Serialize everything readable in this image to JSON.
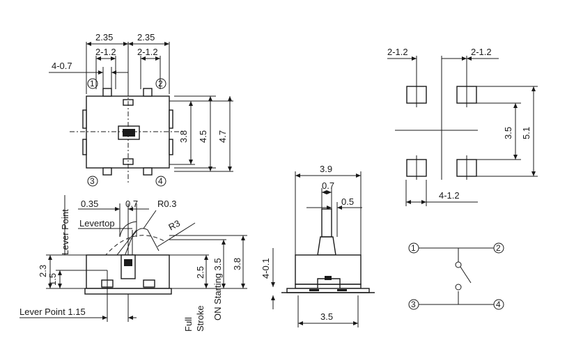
{
  "top_view": {
    "dims": {
      "pitch_left": "2.35",
      "pitch_right": "2.35",
      "pad_left": "2-1.2",
      "pad_right": "2-1.2",
      "lead_width": "4-0.7",
      "height_inner": "3.8",
      "height_mid": "4.5",
      "height_outer": "4.7"
    },
    "pins": [
      "1",
      "2",
      "3",
      "4"
    ]
  },
  "footprint": {
    "dims": {
      "pad_left": "2-1.2",
      "pad_right": "2-1.2",
      "inner": "3.5",
      "outer": "5.1",
      "pad_size": "4-1.2"
    }
  },
  "side_view": {
    "dims": {
      "d035": "0.35",
      "d07": "0.7",
      "radius_small": "R0.3",
      "radius_large": "R3",
      "d23": "2.3",
      "d15": "1.5",
      "d25": "2.5",
      "d38": "3.8",
      "lever_point_offset": "Lever Point 1.15"
    },
    "labels": {
      "lever_point": "Lever Point",
      "levertop": "Levertop",
      "on_starting": "ON Starting 3.5",
      "full": "Full",
      "stroke": "Stroke"
    }
  },
  "front_view": {
    "dims": {
      "width_top": "3.9",
      "lever_width": "0.7",
      "lever_offset": "0.5",
      "height": "4-0.1",
      "width_bottom": "3.5"
    }
  },
  "schematic": {
    "pins": [
      "1",
      "2",
      "3",
      "4"
    ]
  }
}
